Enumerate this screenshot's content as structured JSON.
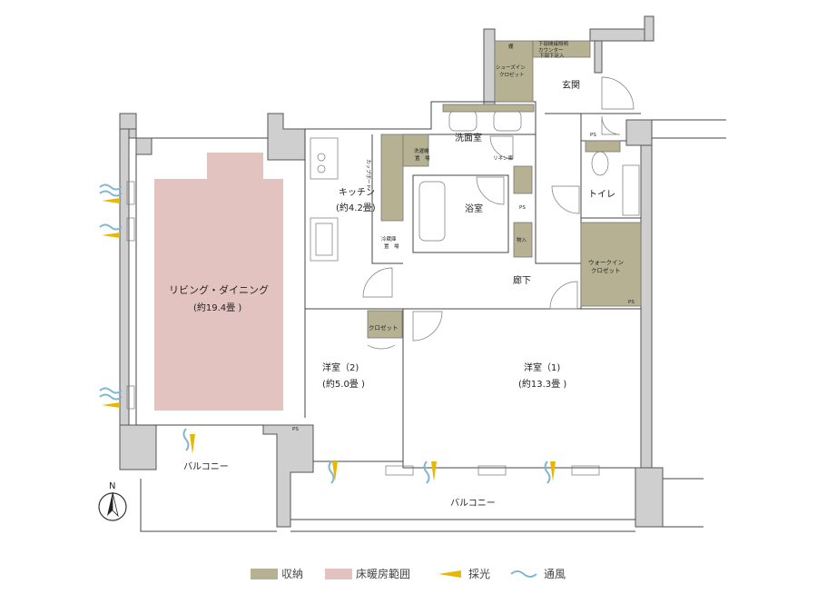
{
  "rooms": {
    "living": "リビング・ダイニング",
    "living_size": "(約19.4畳 )",
    "kitchen": "キッチン",
    "kitchen_size": "(約4.2畳)",
    "washroom": "洗面室",
    "bath": "浴室",
    "toilet": "トイレ",
    "entrance": "玄関",
    "hallway": "廊下",
    "walkin": "ウォークイン",
    "walkin2": "クロゼット",
    "western2": "洋室（2)",
    "western2_size": "(約5.0畳 )",
    "western1": "洋室（1)",
    "western1_size": "(約13.3畳 )",
    "closet": "クロゼット",
    "balcony_small": "バルコニー",
    "balcony_large": "バルコニー",
    "shoes_in": "シューズイン",
    "shoes_in2": "クロゼット",
    "counter": "カウンター",
    "counter2": "下部下足入",
    "downlight": "下部間接照明",
    "fridge": "冷蔵庫",
    "fridge2": "置　場",
    "wash_machine": "洗濯機",
    "wash_machine2": "置　場",
    "linen": "リネン庫",
    "storage_in": "物入",
    "cupboard": "カップボード",
    "shelf": "棚",
    "ps": "PS",
    "north": "N"
  },
  "legend": {
    "storage": "収納",
    "floor_heating": "床暖房範囲",
    "daylight": "採光",
    "ventilation": "通風"
  },
  "colors": {
    "storage": "#b5b192",
    "floor_heating": "#e3c3c0",
    "daylight": "#e8b800",
    "ventilation": "#7fb6d6",
    "wall": "#cfcfcf"
  }
}
